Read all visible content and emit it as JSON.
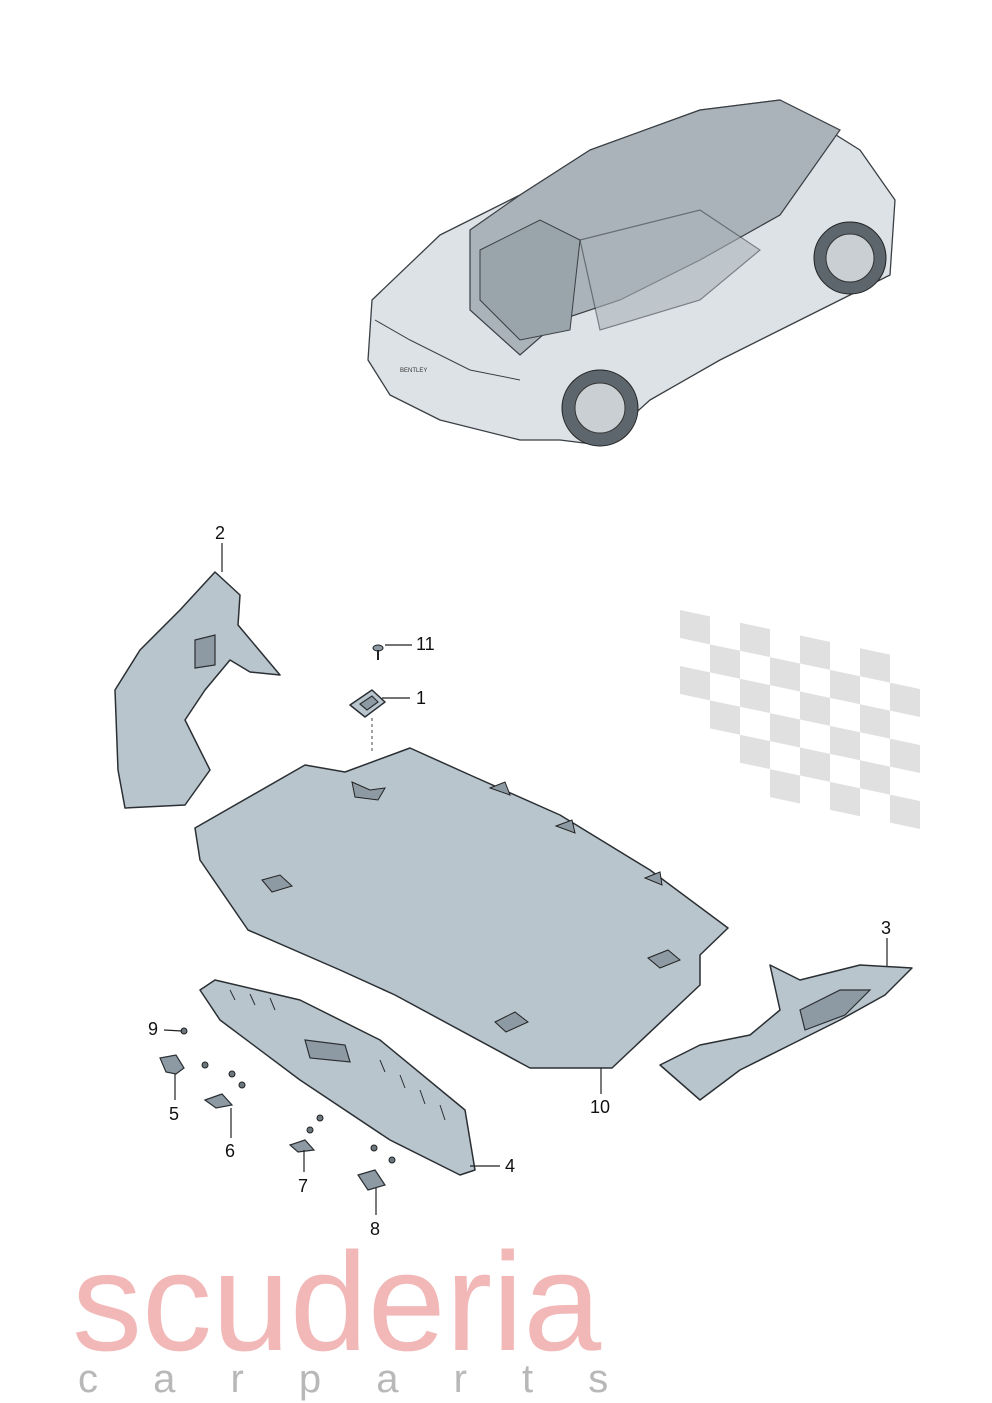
{
  "watermark": {
    "line1": "scuderia",
    "line2": "c a r   p a r t s",
    "color": "#f2b8b8"
  },
  "car": {
    "badge": "BENTLEY"
  },
  "colors": {
    "part_fill": "#b9c5cd",
    "outline": "#2a2f33"
  },
  "callouts": [
    {
      "id": "1",
      "label": "1"
    },
    {
      "id": "2",
      "label": "2"
    },
    {
      "id": "3",
      "label": "3"
    },
    {
      "id": "4",
      "label": "4"
    },
    {
      "id": "5",
      "label": "5"
    },
    {
      "id": "6",
      "label": "6"
    },
    {
      "id": "7",
      "label": "7"
    },
    {
      "id": "8",
      "label": "8"
    },
    {
      "id": "9",
      "label": "9"
    },
    {
      "id": "10",
      "label": "10"
    },
    {
      "id": "11",
      "label": "11"
    }
  ]
}
